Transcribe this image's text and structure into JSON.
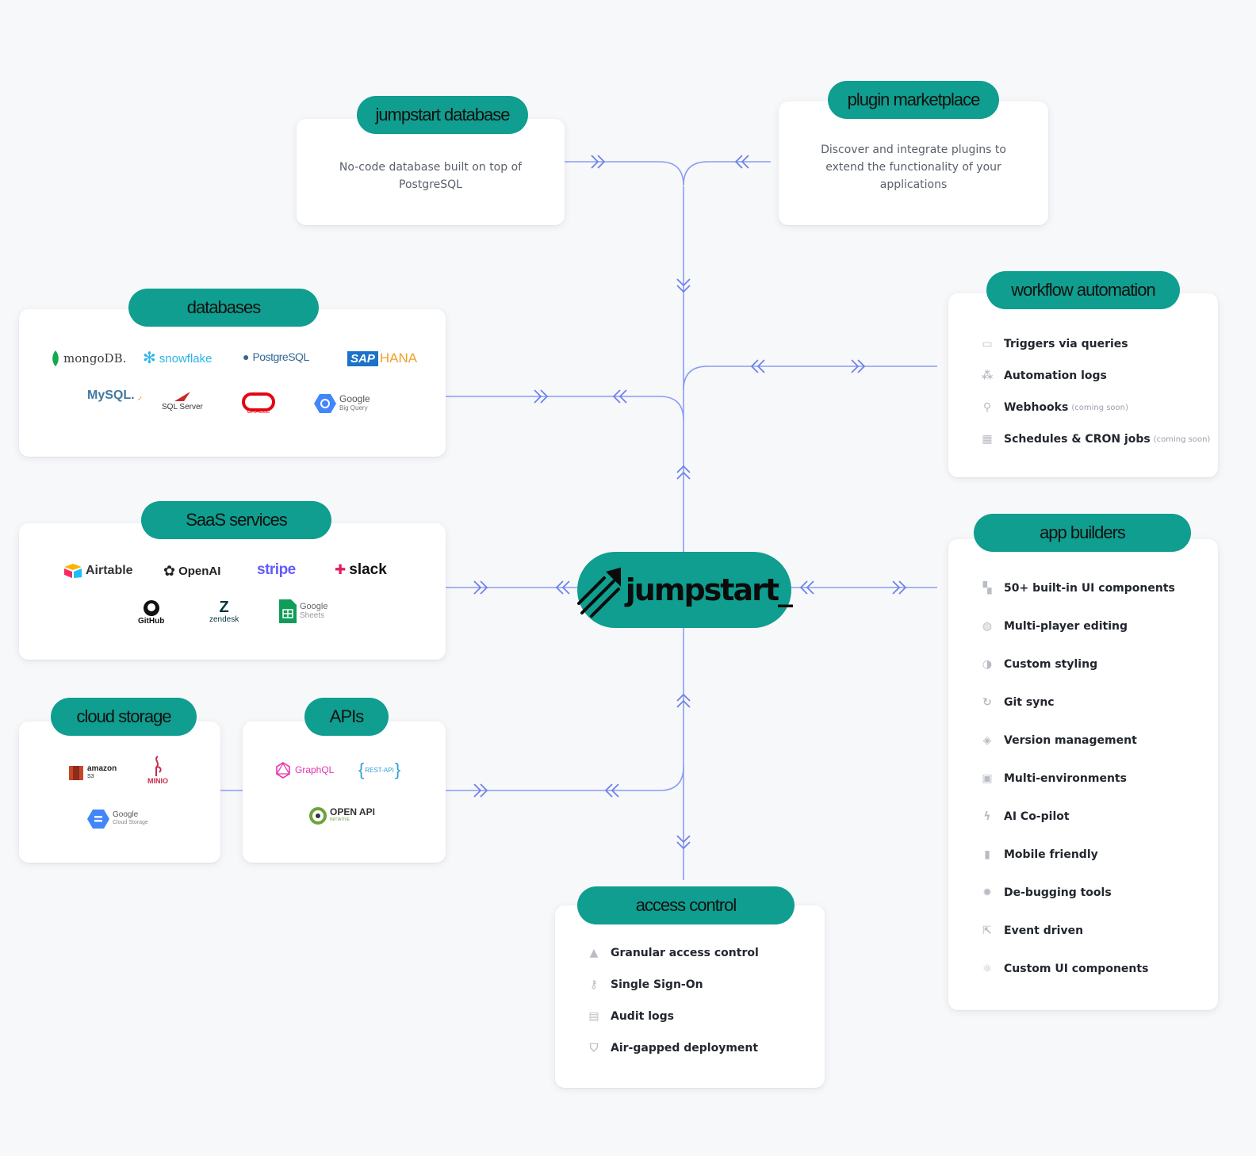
{
  "colors": {
    "accent": "#0f9e8f",
    "line": "#7b8ef0",
    "card": "#ffffff",
    "background": "#f7f8fa"
  },
  "hub": {
    "label": "jumpstart_"
  },
  "jumpstart_database": {
    "title": "jumpstart database",
    "description_line1": "No-code database built on top of",
    "description_line2": "PostgreSQL"
  },
  "plugin_marketplace": {
    "title": "plugin marketplace",
    "description_line1": "Discover and integrate plugins to",
    "description_line2": "extend the functionality of your",
    "description_line3": "applications"
  },
  "databases": {
    "title": "databases",
    "logos": [
      "mongoDB.",
      "snowflake",
      "PostgreSQL",
      "SAP",
      "HANA",
      "MySQL.",
      "SQL Server",
      "ORACLE",
      "Google",
      "Big Query"
    ]
  },
  "saas": {
    "title": "SaaS services",
    "logos": [
      "Airtable",
      "OpenAI",
      "stripe",
      "slack",
      "GitHub",
      "zendesk",
      "Google",
      "Sheets"
    ]
  },
  "cloud_storage": {
    "title": "cloud storage",
    "logos": [
      "amazon",
      "S3",
      "MINIO",
      "Google",
      "Cloud Storage"
    ]
  },
  "apis": {
    "title": "APIs",
    "logos": [
      "GraphQL",
      "REST-API",
      "OPEN API",
      "INITIATIVE"
    ]
  },
  "workflow": {
    "title": "workflow automation",
    "items": [
      {
        "label": "Triggers via queries",
        "note": "",
        "icon": "code-icon"
      },
      {
        "label": "Automation logs",
        "note": "",
        "icon": "logs-icon"
      },
      {
        "label": "Webhooks",
        "note": "(coming soon)",
        "icon": "webhook-icon"
      },
      {
        "label": "Schedules & CRON jobs",
        "note": "(coming soon)",
        "icon": "calendar-icon"
      }
    ]
  },
  "app_builders": {
    "title": "app builders",
    "items": [
      {
        "label": "50+ built-in UI components",
        "icon": "components-icon"
      },
      {
        "label": "Multi-player editing",
        "icon": "chat-icon"
      },
      {
        "label": "Custom styling",
        "icon": "contrast-icon"
      },
      {
        "label": "Git sync",
        "icon": "sync-icon"
      },
      {
        "label": "Version management",
        "icon": "layers-icon"
      },
      {
        "label": "Multi-environments",
        "icon": "environments-icon"
      },
      {
        "label": "AI Co-pilot",
        "icon": "bolt-icon"
      },
      {
        "label": "Mobile friendly",
        "icon": "mobile-icon"
      },
      {
        "label": "De-bugging tools",
        "icon": "bug-icon"
      },
      {
        "label": "Event driven",
        "icon": "cursor-click-icon"
      },
      {
        "label": "Custom UI components",
        "icon": "custom-component-icon"
      }
    ]
  },
  "access_control": {
    "title": "access control",
    "items": [
      {
        "label": "Granular access control",
        "icon": "lock-icon"
      },
      {
        "label": "Single Sign-On",
        "icon": "key-icon"
      },
      {
        "label": "Audit logs",
        "icon": "audit-icon"
      },
      {
        "label": "Air-gapped deployment",
        "icon": "shield-icon"
      }
    ]
  }
}
